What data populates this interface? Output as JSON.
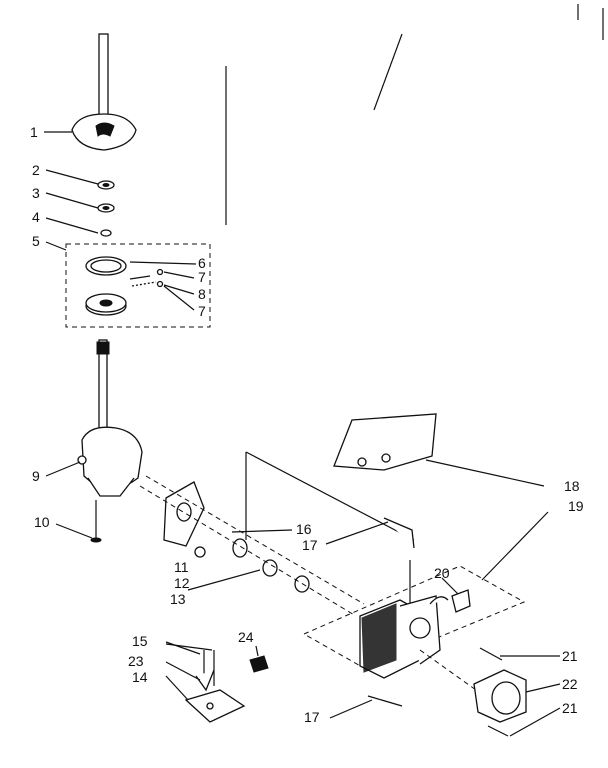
{
  "diagram": {
    "callouts": [
      {
        "id": "c1",
        "text": "1"
      },
      {
        "id": "c2",
        "text": "2"
      },
      {
        "id": "c3",
        "text": "3"
      },
      {
        "id": "c4",
        "text": "4"
      },
      {
        "id": "c5",
        "text": "5"
      },
      {
        "id": "c6",
        "text": "6"
      },
      {
        "id": "c7a",
        "text": "7"
      },
      {
        "id": "c8",
        "text": "8"
      },
      {
        "id": "c7b",
        "text": "7"
      },
      {
        "id": "c9",
        "text": "9"
      },
      {
        "id": "c10",
        "text": "10"
      },
      {
        "id": "c16",
        "text": "16"
      },
      {
        "id": "c17a",
        "text": "17"
      },
      {
        "id": "c11",
        "text": "11"
      },
      {
        "id": "c12",
        "text": "12"
      },
      {
        "id": "c13",
        "text": "13"
      },
      {
        "id": "c18",
        "text": "18"
      },
      {
        "id": "c19",
        "text": "19"
      },
      {
        "id": "c20",
        "text": "20"
      },
      {
        "id": "c15",
        "text": "15"
      },
      {
        "id": "c23",
        "text": "23"
      },
      {
        "id": "c14",
        "text": "14"
      },
      {
        "id": "c24",
        "text": "24"
      },
      {
        "id": "c21a",
        "text": "21"
      },
      {
        "id": "c22",
        "text": "22"
      },
      {
        "id": "c21b",
        "text": "21"
      },
      {
        "id": "c17b",
        "text": "17"
      }
    ]
  }
}
